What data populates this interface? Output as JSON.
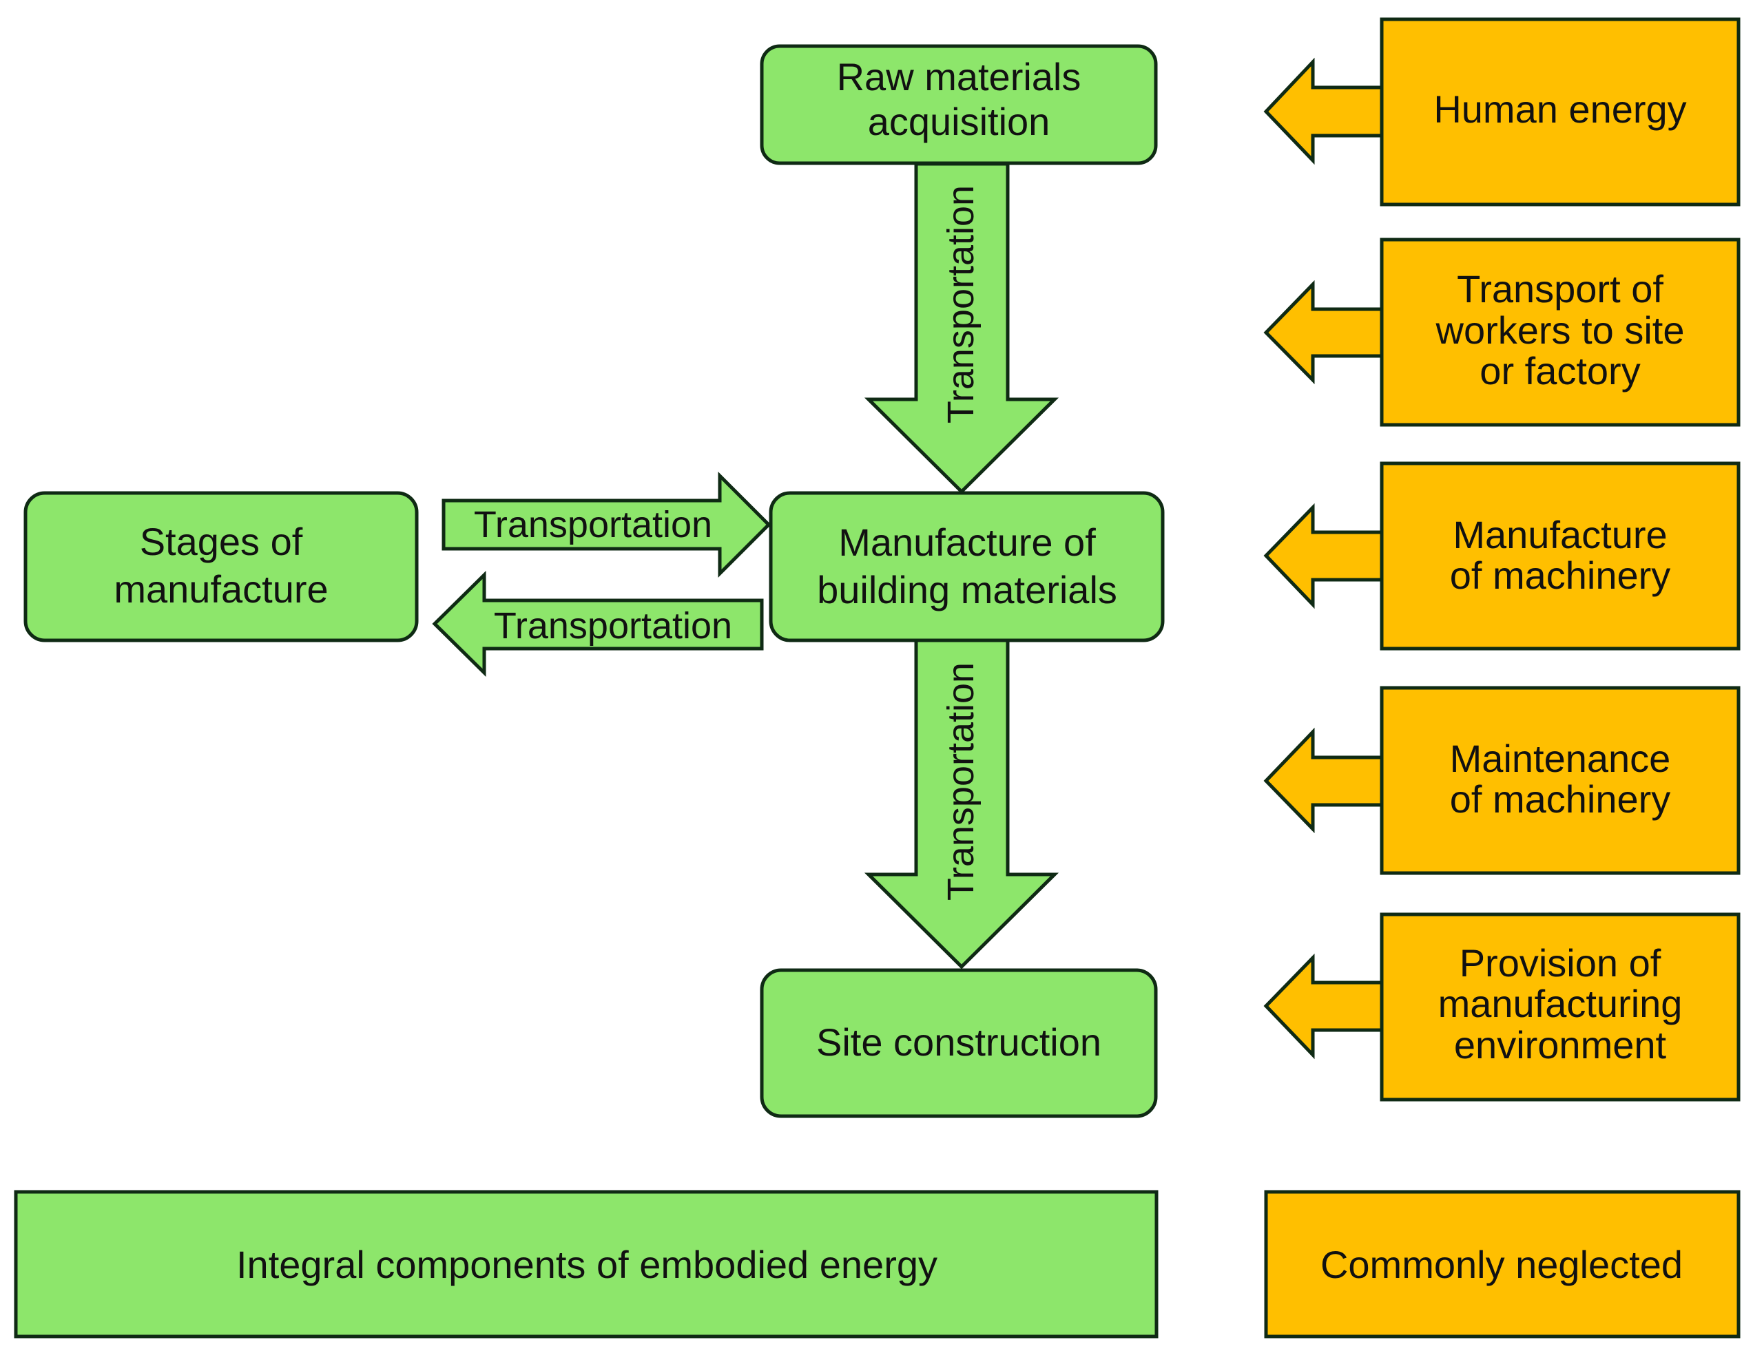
{
  "colors": {
    "integral_fill": "#8de66b",
    "neglected_fill": "#ffbf00",
    "stroke": "#0f2a14"
  },
  "nodes": {
    "raw_materials": [
      "Raw materials",
      "acquisition"
    ],
    "manufacture": [
      "Manufacture of",
      "building materials"
    ],
    "stages": [
      "Stages of",
      "manufacture"
    ],
    "site": [
      "Site construction"
    ]
  },
  "arrows": {
    "down_top": "Transportation",
    "down_bottom": "Transportation",
    "to_manufacture": "Transportation",
    "to_stages": "Transportation"
  },
  "neglected": [
    {
      "lines": [
        "Human energy"
      ]
    },
    {
      "lines": [
        "Transport of",
        "workers to site",
        "or factory"
      ]
    },
    {
      "lines": [
        "Manufacture",
        "of machinery"
      ]
    },
    {
      "lines": [
        "Maintenance",
        "of machinery"
      ]
    },
    {
      "lines": [
        "Provision of",
        "manufacturing",
        "environment"
      ]
    }
  ],
  "legend": {
    "integral": "Integral components of embodied energy",
    "neglected": "Commonly neglected"
  }
}
